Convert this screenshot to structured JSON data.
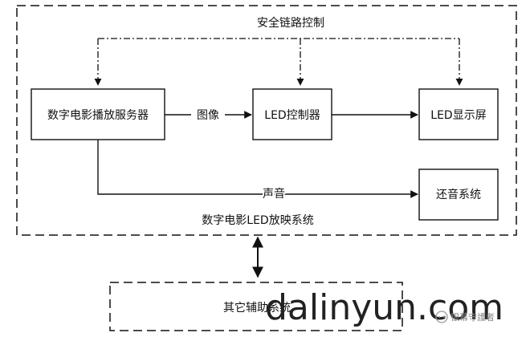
{
  "diagram": {
    "outer_caption": "数字电影LED放映系统",
    "top_link_label": "安全链路控制",
    "nodes": {
      "server": "数字电影播放服务器",
      "led_controller": "LED控制器",
      "led_display": "LED显示屏",
      "sound_system": "还音系统",
      "other_systems": "其它辅助系统"
    },
    "edge_labels": {
      "image": "图像",
      "sound": "声音"
    }
  },
  "watermark": {
    "text": "dalinyun.com",
    "badge_text": "银幕守護者"
  }
}
